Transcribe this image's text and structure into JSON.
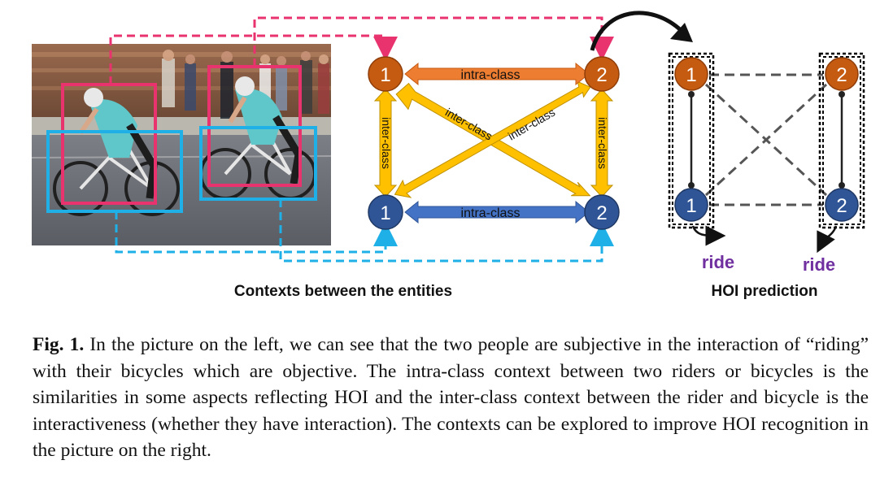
{
  "diagram": {
    "nodes": {
      "human_1": "1",
      "human_2": "2",
      "object_1": "1",
      "object_2": "2"
    },
    "edges": {
      "intra_top": "intra-class",
      "intra_bottom": "intra-class",
      "inter_left": "inter-class",
      "inter_right": "inter-class",
      "inter_diag_a": "inter-class",
      "inter_diag_b": "inter-class"
    },
    "section_left_title": "Contexts between the entities",
    "section_right_title": "HOI prediction",
    "prediction_labels": [
      "ride",
      "ride"
    ],
    "colors": {
      "human": "#c55a11",
      "object": "#2f5597",
      "human_box": "#e8336f",
      "object_box": "#1fb0e8",
      "intra_top_arrow": "#ed7d31",
      "intra_bottom_arrow": "#4472c4",
      "inter_arrow": "#ffc000",
      "ride_label": "#7030a0"
    }
  },
  "caption": {
    "label": "Fig. 1.",
    "text": "In the picture on the left, we can see that the two people are subjective in the interaction of “riding” with their bicycles which are objective. The intra-class context between two riders or bicycles is the similarities in some aspects reflecting HOI and the inter-class context between the rider and bicycle is the interactiveness (whether they have interaction). The contexts can be explored to improve HOI recognition in the picture on the right."
  }
}
